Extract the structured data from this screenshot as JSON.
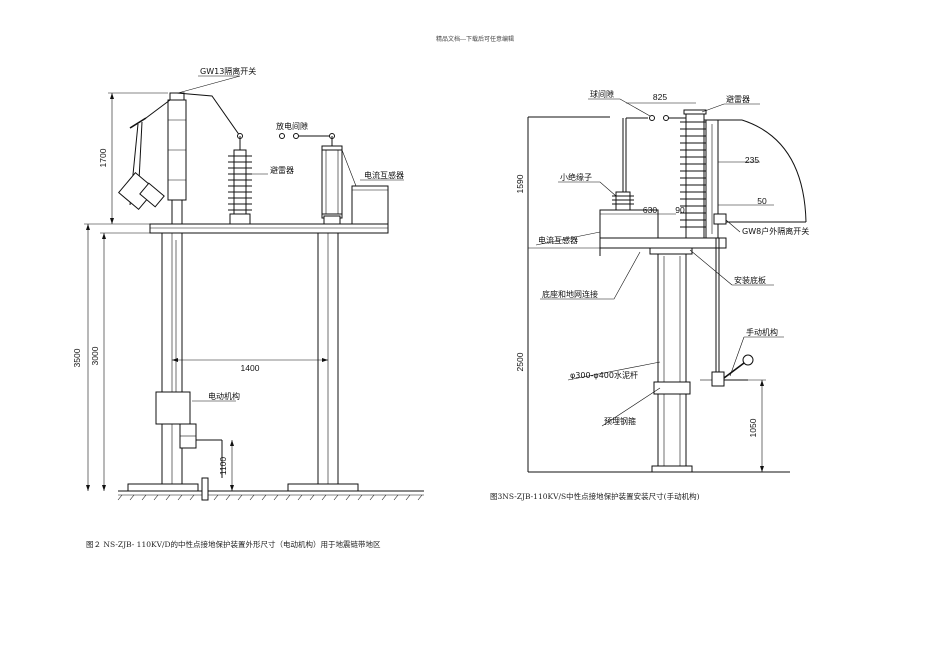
{
  "header": {
    "note": "精品文档---下载后可任意编辑"
  },
  "figure2": {
    "caption": "图２ NS-ZJB- 110KV/D的中性点接地保护装置外形尺寸（电动机构）用于地震链带地区",
    "labels": {
      "switch": "GW13隔离开关",
      "gap": "放电间隙",
      "arrester": "避雷器",
      "ct": "电流互感器",
      "motor": "电动机构"
    },
    "dims": {
      "d1700": "1700",
      "d3500": "3500",
      "d3000": "3000",
      "d1400": "1400",
      "d1100": "1100"
    }
  },
  "figure3": {
    "caption": "图3NS-ZJB-110KV/S中性点接地保护装置安装尺寸(手动机构)",
    "labels": {
      "ball_gap": "球间隙",
      "arrester": "避雷器",
      "small_insulator": "小绝缘子",
      "ct": "电流互感器",
      "base_ground": "底座和地网连接",
      "mount_plate": "安装底板",
      "switch": "GW8户外隔离开关",
      "manual": "手动机构",
      "pole": "φ300-φ400水泥杆",
      "embed": "预埋钢箍"
    },
    "dims": {
      "d825": "825",
      "d235": "235",
      "d50": "50",
      "d630": "630",
      "d90": "90",
      "d1590": "1590",
      "d2500": "2500",
      "d1050": "1050"
    }
  }
}
